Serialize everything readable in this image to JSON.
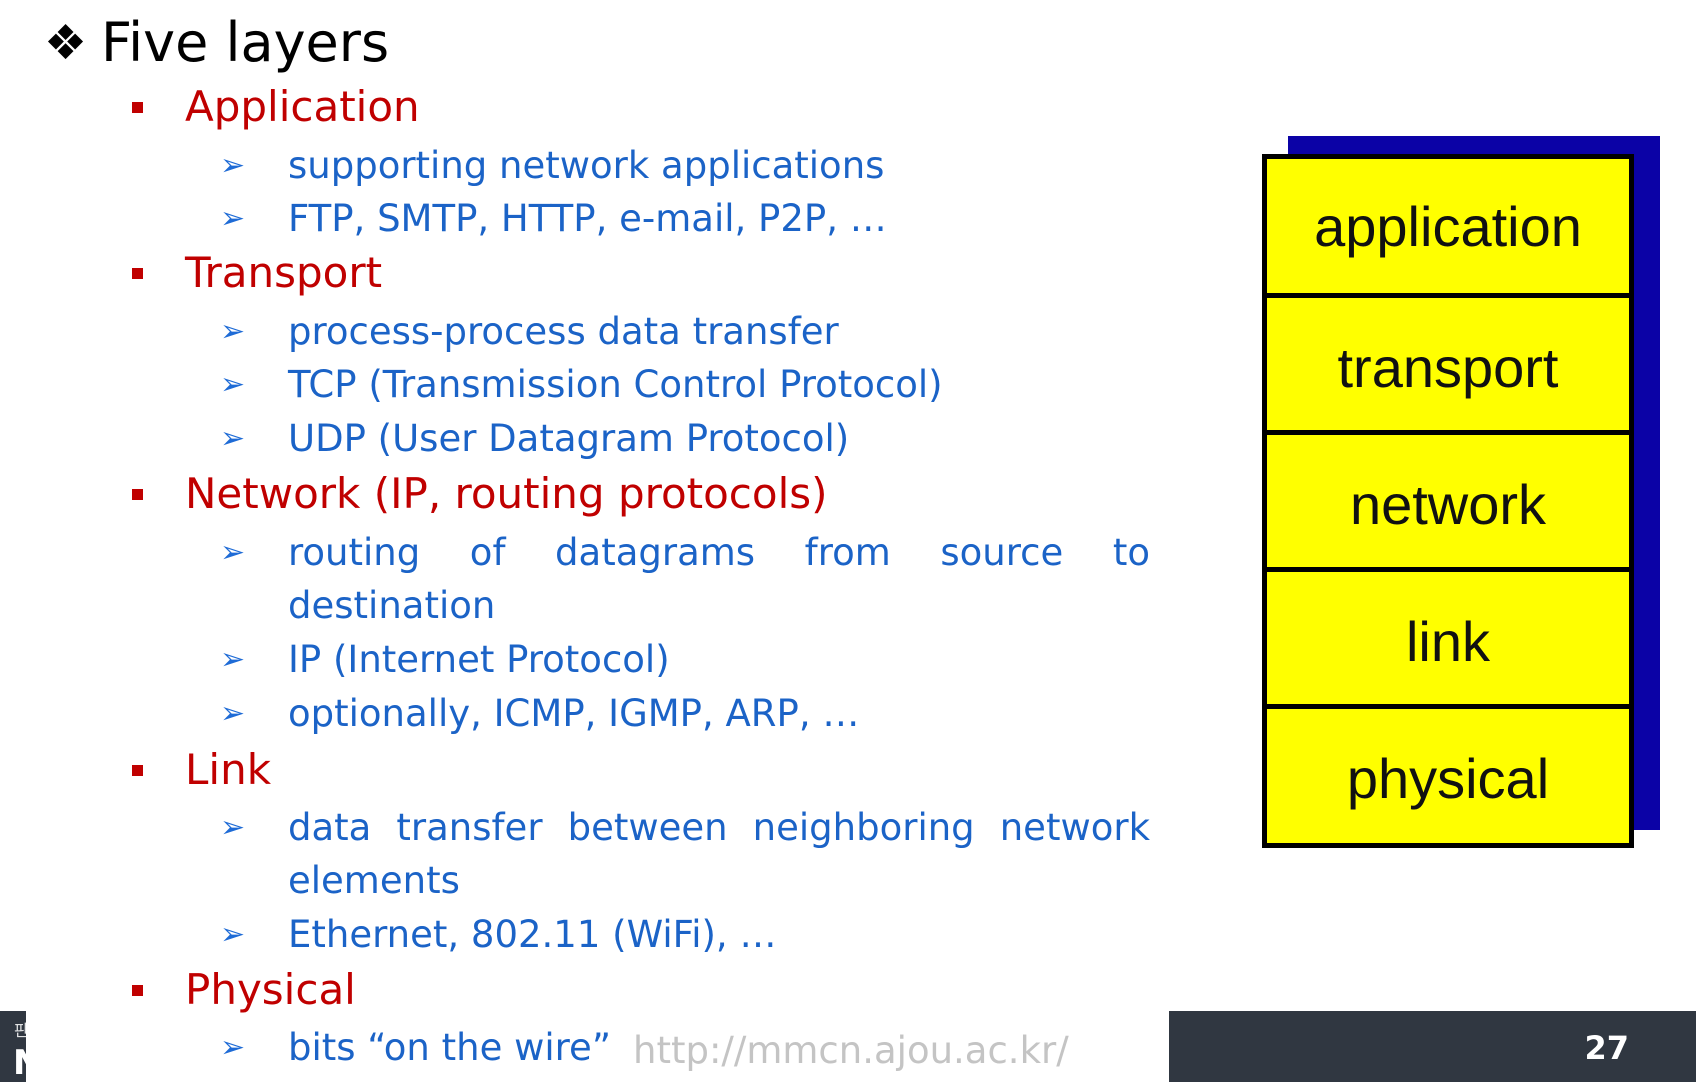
{
  "slide": {
    "title_icon": "❖",
    "title": "Five layers",
    "outline": {
      "application": {
        "heading": "Application",
        "items": [
          "supporting network applications",
          "FTP, SMTP, HTTP, e-mail, P2P, …"
        ]
      },
      "transport": {
        "heading": "Transport",
        "items": [
          "process-process data transfer",
          "TCP (Transmission Control Protocol)",
          "UDP (User Datagram Protocol)"
        ]
      },
      "network": {
        "heading": "Network (IP, routing protocols)",
        "items": [
          "routing of datagrams from source to destination",
          "IP (Internet Protocol)",
          "optionally, ICMP, IGMP, ARP, …"
        ]
      },
      "link": {
        "heading": "Link",
        "items": [
          "data transfer between neighboring network elements",
          "Ethernet, 802.11 (WiFi), …"
        ]
      },
      "physical": {
        "heading": "Physical",
        "items": [
          "bits “on the wire”"
        ]
      }
    },
    "stack_layers": [
      "application",
      "transport",
      "network",
      "link",
      "physical"
    ]
  },
  "footer": {
    "left_mark": "판",
    "left_letter": "N",
    "url": "http://mmcn.ajou.ac.kr/",
    "page_number": "27"
  },
  "colors": {
    "level1": "#c00000",
    "level2": "#1b63c7",
    "stack_fill": "#ffff00",
    "stack_shadow": "#0b02a6",
    "footer_bg": "#303741",
    "url_text": "#c4c4c4"
  },
  "icons": {
    "title_bullet": "diamond-cluster-icon",
    "level1_bullet": "red-square-bullet-icon",
    "level2_bullet": "arrowhead-bullet-icon"
  }
}
